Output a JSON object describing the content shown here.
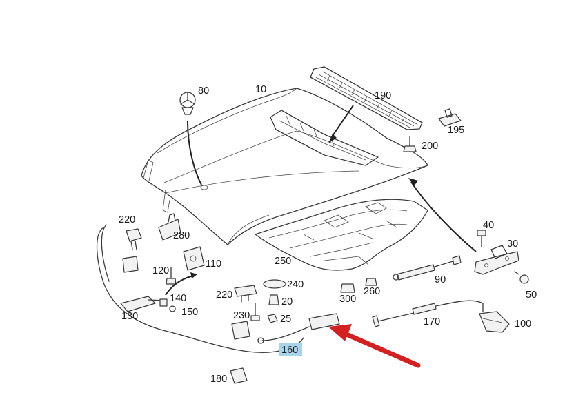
{
  "diagram": {
    "title": "Hood / bonnet assembly exploded parts diagram",
    "highlight_color": "#a9d3e8",
    "arrow_color": "#d42020",
    "highlighted_part": "160",
    "labels": {
      "p10": "10",
      "p20": "20",
      "p25": "25",
      "p30": "30",
      "p40": "40",
      "p50": "50",
      "p80": "80",
      "p90": "90",
      "p100": "100",
      "p110": "110",
      "p120": "120",
      "p130": "130",
      "p140": "140",
      "p150": "150",
      "p160": "160",
      "p170": "170",
      "p180": "180",
      "p190": "190",
      "p195": "195",
      "p200": "200",
      "p220a": "220",
      "p220b": "220",
      "p230": "230",
      "p240": "240",
      "p250": "250",
      "p260": "260",
      "p280": "280",
      "p300": "300"
    }
  }
}
